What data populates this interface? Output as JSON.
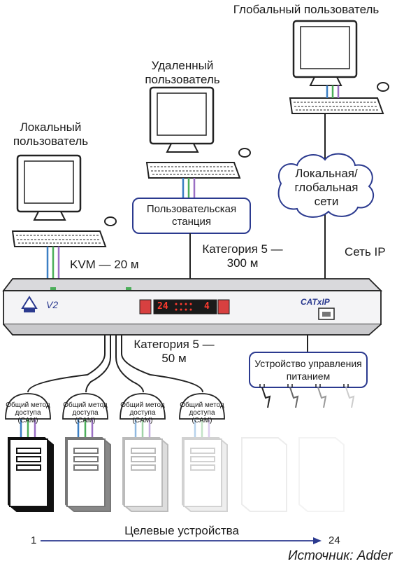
{
  "users": {
    "global": {
      "label": "Глобальный пользователь"
    },
    "remote": {
      "label": "Удаленный пользователь"
    },
    "local": {
      "label": "Локальный пользователь"
    }
  },
  "network_cloud": {
    "label": "Локальная/ глобальная сети"
  },
  "user_station": {
    "label": "Пользовательская станция"
  },
  "links": {
    "kvm": "KVM — 20 м",
    "cat5_300": "Категория 5 — 300 м",
    "ip": "Сеть IP",
    "cat5_50": "Категория 5 — 50 м"
  },
  "power_unit": {
    "label": "Устройство управления питанием"
  },
  "switch_panel": {
    "display_left": "24",
    "display_right": "4",
    "brand": "CATxIP"
  },
  "cams": [
    {
      "label": "Общий метод доступа (CAM)"
    },
    {
      "label": "Общий метод доступа (CAM)"
    },
    {
      "label": "Общий метод доступа (CAM)"
    },
    {
      "label": "Общий метод доступа (CAM)"
    }
  ],
  "targets": {
    "label": "Целевые устройства",
    "range_start": "1",
    "range_end": "24"
  },
  "source": "Источник: Adder",
  "colors": {
    "cable_blue": "#3b7fc4",
    "cable_green": "#4cae5a",
    "cable_purple": "#9a6fc4",
    "cloud": "#2b3a8f",
    "led_red": "#ff3b2f"
  }
}
